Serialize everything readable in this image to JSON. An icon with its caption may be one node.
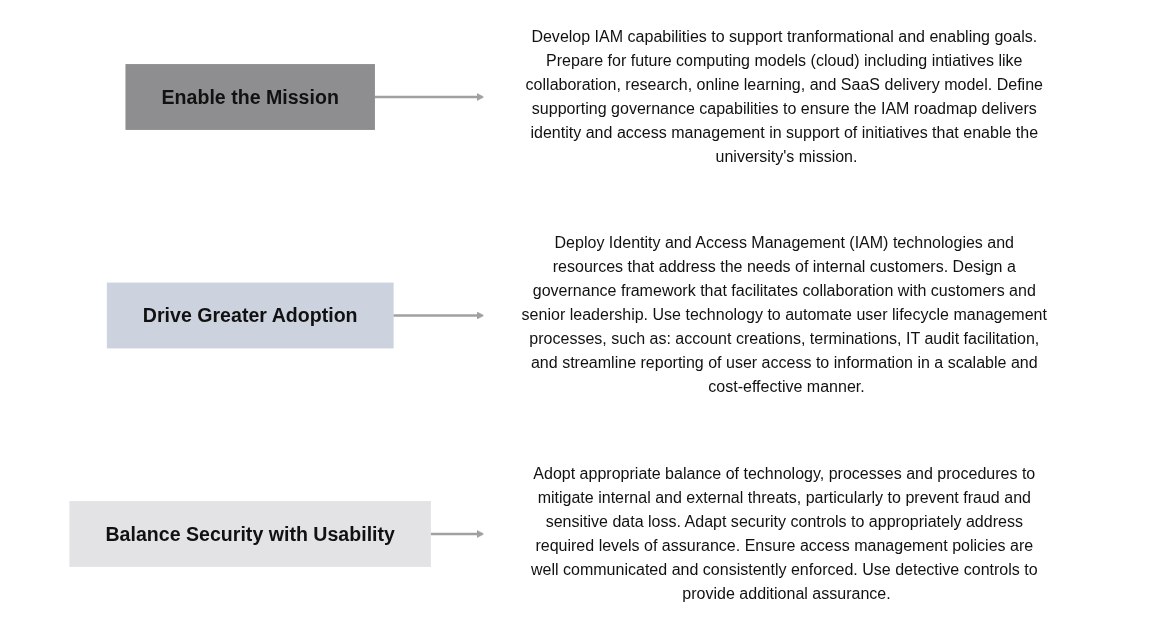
{
  "diagram": {
    "nodes": [
      {
        "text": [
          "Enable the Mission"
        ]
      },
      {
        "text": [
          "Develop IAM capabilities to support tranformational and enabling goals. Prepare for future computing models (cloud) including intiatives like collaboration, research, online learning, and SaaS delivery model. Define supporting governance capabilities to ensure the IAM roadmap delivers identity and access management in support of initiatives that enable the university's mission."
        ]
      },
      {
        "text": [
          "Drive Greater Adoption"
        ]
      },
      {
        "text": [
          "Deploy Identity and Access Management (IAM) technologies and resources that address the needs of internal customers. Design a governance framework that facilitates collaboration with customers and senior leadership. Use technology to automate user lifecycle management processes, such as: account creations, terminations, IT audit facilitation, and streamline reporting of user access to information in a scalable and cost-effective manner."
        ]
      },
      {
        "text": [
          "Balance Security with Usability"
        ]
      },
      {
        "text": [
          "Adopt appropriate balance of technology, processes and procedures to mitigate internal and external threats, particularly to prevent fraud and sensitive data loss. Adapt security controls to appropriately address required levels of assurance. Ensure access management policies are well communicated and consistently enforced. Use detective controls to provide additional assurance."
        ]
      }
    ],
    "edges": [
      {
        "from": 0,
        "to": 1,
        "arrow": "to"
      },
      {
        "from": 2,
        "to": 3,
        "arrow": "to"
      },
      {
        "from": 4,
        "to": 5,
        "arrow": "to"
      }
    ]
  }
}
